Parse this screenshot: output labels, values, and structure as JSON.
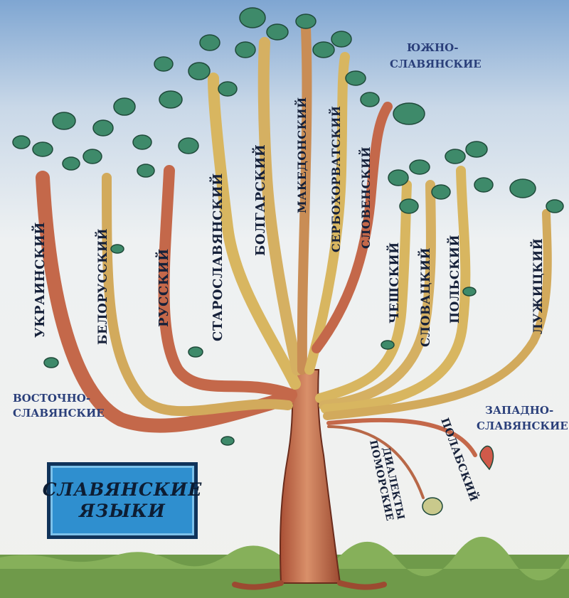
{
  "title": {
    "line1": "СЛАВЯНСКИЕ",
    "line2": "ЯЗЫКИ"
  },
  "groups": {
    "east": [
      "ВОСТОЧНО-",
      "СЛАВЯНСКИЕ"
    ],
    "south": [
      "ЮЖНО-",
      "СЛАВЯНСКИЕ"
    ],
    "west": [
      "ЗАПАДНО-",
      "СЛАВЯНСКИЕ"
    ]
  },
  "languages": {
    "ukrainian": "УКРАИНСКИЙ",
    "belarusian": "БЕЛОРУССКИЙ",
    "russian": "РУССКИЙ",
    "old_slavonic": "СТАРОСЛАВЯНСКИЙ",
    "bulgarian": "БОЛГАРСКИЙ",
    "macedonian": "МАКЕДОНСКИЙ",
    "serbo_croatian": "СЕРБОХОРВАТСКИЙ",
    "slovenian": "СЛОВЕНСКИЙ",
    "czech": "ЧЕШСКИЙ",
    "slovak": "СЛОВАЦКИЙ",
    "polish": "ПОЛЬСКИЙ",
    "lusatian": "ЛУЖИЦКИЙ",
    "polabian": "ПОЛАБСКИЙ",
    "pomeranian": [
      "ПОМОРСКИЕ",
      "ДИАЛЕКТЫ"
    ]
  },
  "colors": {
    "sky": "#8fb3d8",
    "grass": "#6f9a4a",
    "trunk": "#c9734e",
    "branch_light": "#d9b25a",
    "leaf": "#3e8a6a",
    "title_bg": "#2f8fcf"
  }
}
